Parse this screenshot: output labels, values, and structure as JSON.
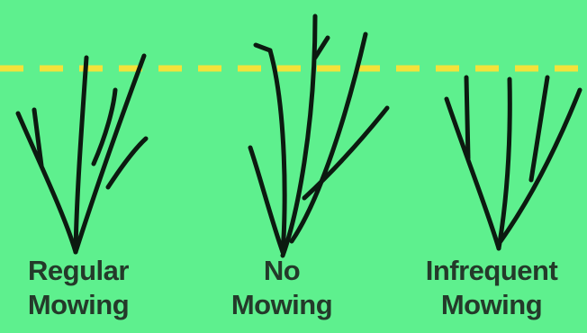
{
  "background_color": "#5ef08e",
  "height_line_color": "#f3e23a",
  "stem_color": "#0c1a10",
  "panels": [
    {
      "line1": "Regular",
      "line2": "Mowing"
    },
    {
      "line1": "No",
      "line2": "Mowing"
    },
    {
      "line1": "Infrequent",
      "line2": "Mowing"
    }
  ]
}
